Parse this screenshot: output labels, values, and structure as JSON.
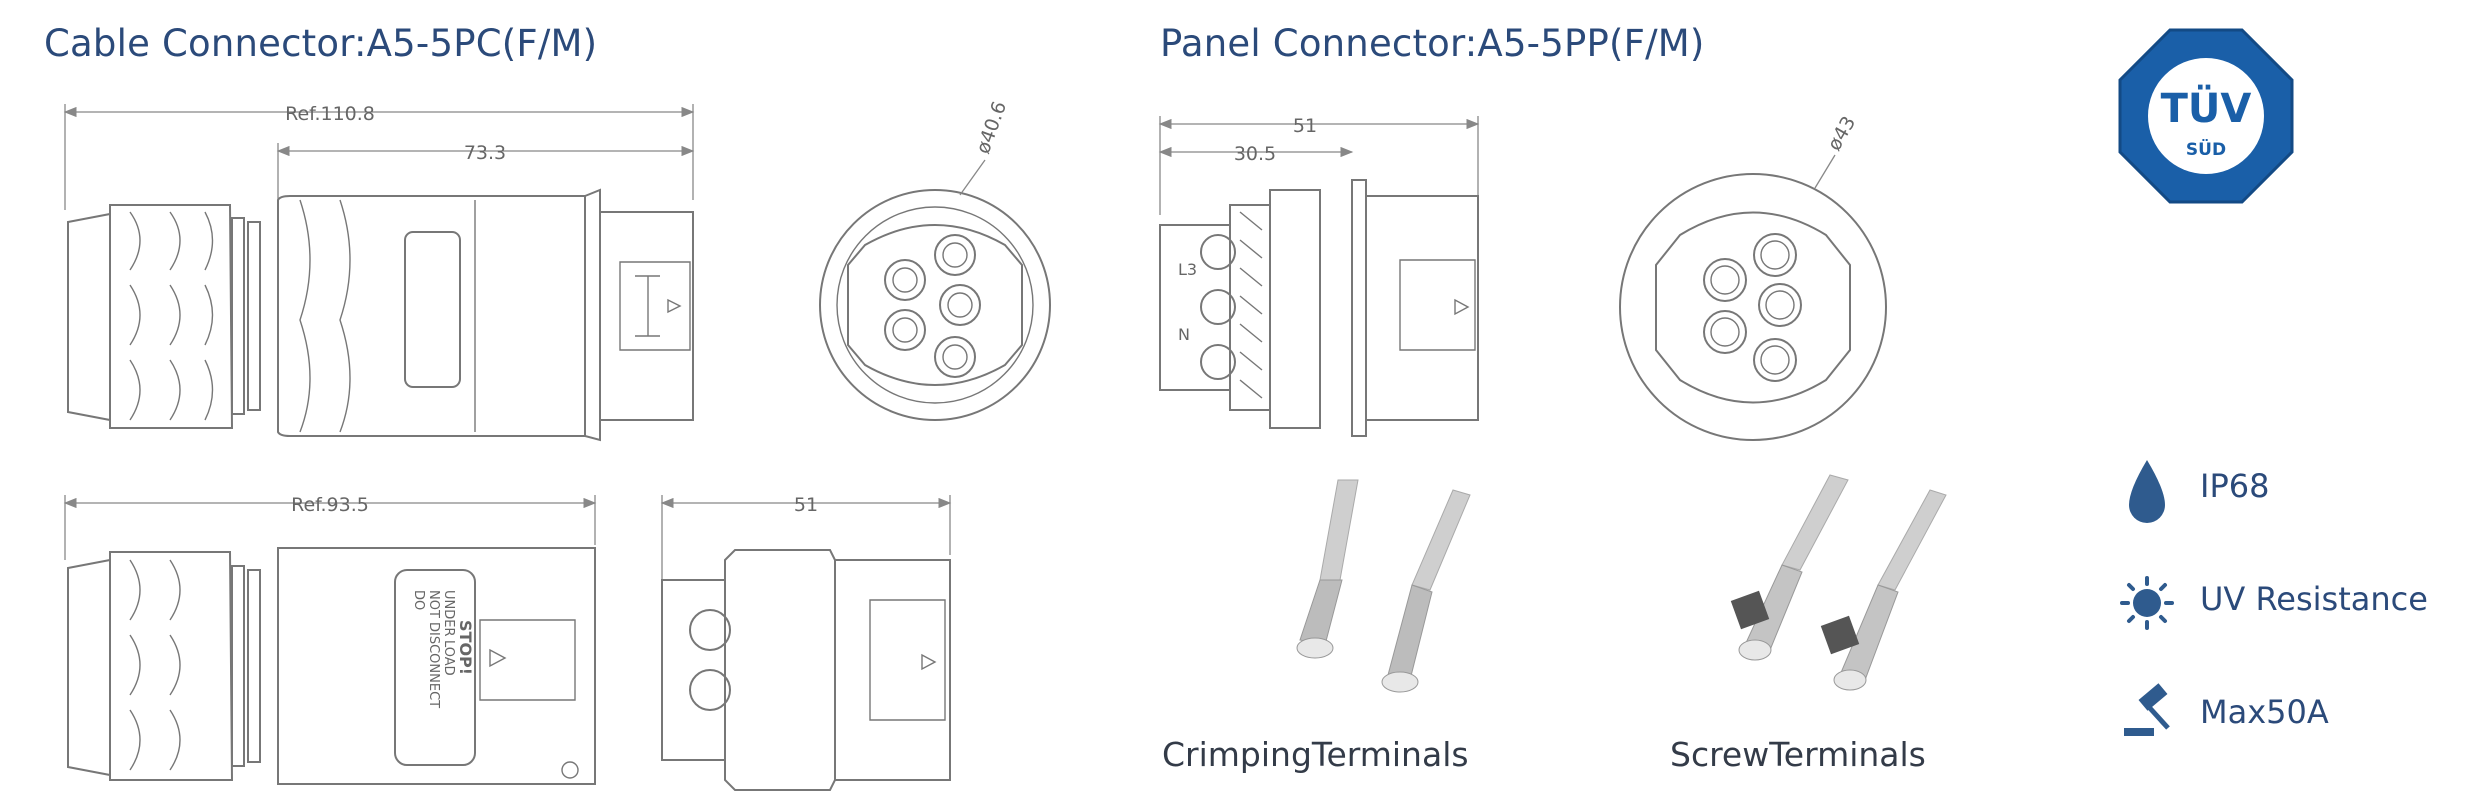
{
  "cable_section": {
    "title": "Cable Connector:A5-5PC(F/M)",
    "dims": {
      "ref_total": "Ref.110.8",
      "body": "73.3",
      "diameter": "ø40.6",
      "ref_short": "Ref.93.5",
      "short_body": "51"
    },
    "label_text": [
      "DO",
      "NOT",
      "DISCONNECT",
      "UNDER",
      "LOAD"
    ],
    "stop_text": "STOP!"
  },
  "panel_section": {
    "title": "Panel Connector:A5-5PP(F/M)",
    "dims": {
      "total": "51",
      "flange": "30.5",
      "diameter": "ø43"
    },
    "pin_marks": [
      "L3",
      "N"
    ]
  },
  "terminals": {
    "crimping_label": "CrimpingTerminals",
    "screw_label": "ScrewTerminals"
  },
  "badge": {
    "line1": "TÜV",
    "line2": "SÜD",
    "color_outer": "#1a5fa8",
    "color_inner": "#ffffff"
  },
  "features": [
    {
      "icon": "water-drop-icon",
      "label": "IP68"
    },
    {
      "icon": "sun-icon",
      "label": "UV Resistance"
    },
    {
      "icon": "gavel-icon",
      "label": "Max50A"
    }
  ],
  "colors": {
    "accent": "#2b4a7a",
    "icon": "#2f5b8e"
  }
}
